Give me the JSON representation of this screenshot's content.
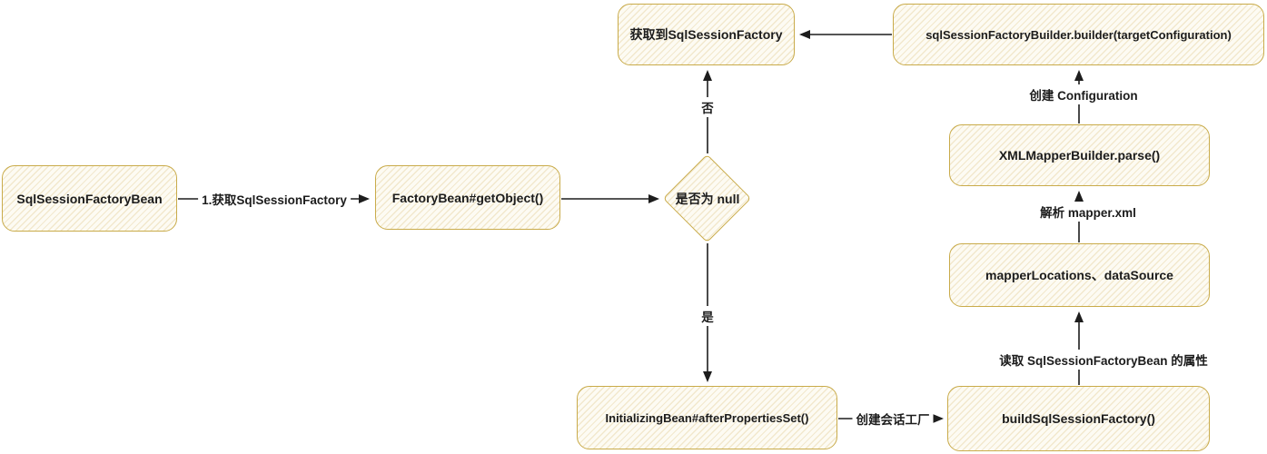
{
  "diagram": {
    "nodes": {
      "sql_session_factory_bean": {
        "label": "SqlSessionFactoryBean"
      },
      "factory_bean_get_object": {
        "label": "FactoryBean#getObject()"
      },
      "is_null_decision": {
        "label": "是否为 null"
      },
      "got_sql_session_factory": {
        "label": "获取到SqlSessionFactory"
      },
      "builder_call": {
        "label": "sqlSessionFactoryBuilder.builder(targetConfiguration)"
      },
      "xml_mapper_builder_parse": {
        "label": "XMLMapperBuilder.parse()"
      },
      "mapper_locations_data_source": {
        "label": "mapperLocations、dataSource"
      },
      "initializing_bean_after_properties_set": {
        "label": "InitializingBean#afterPropertiesSet()"
      },
      "build_sql_session_factory": {
        "label": "buildSqlSessionFactory()"
      }
    },
    "edge_labels": {
      "get_factory": "1.获取SqlSessionFactory",
      "no": "否",
      "yes": "是",
      "create_configuration": "创建 Configuration",
      "parse_mapper_xml": "解析 mapper.xml",
      "read_properties": "读取 SqlSessionFactoryBean 的属性",
      "create_session_factory": "创建会话工厂"
    },
    "colors": {
      "node_border": "#c9ab4a",
      "node_fill_base": "#fdfbf3",
      "node_fill_stripe": "#f2e8cd",
      "arrow": "#1d1d1d",
      "text": "#1c1c1c",
      "background": "#ffffff"
    }
  }
}
